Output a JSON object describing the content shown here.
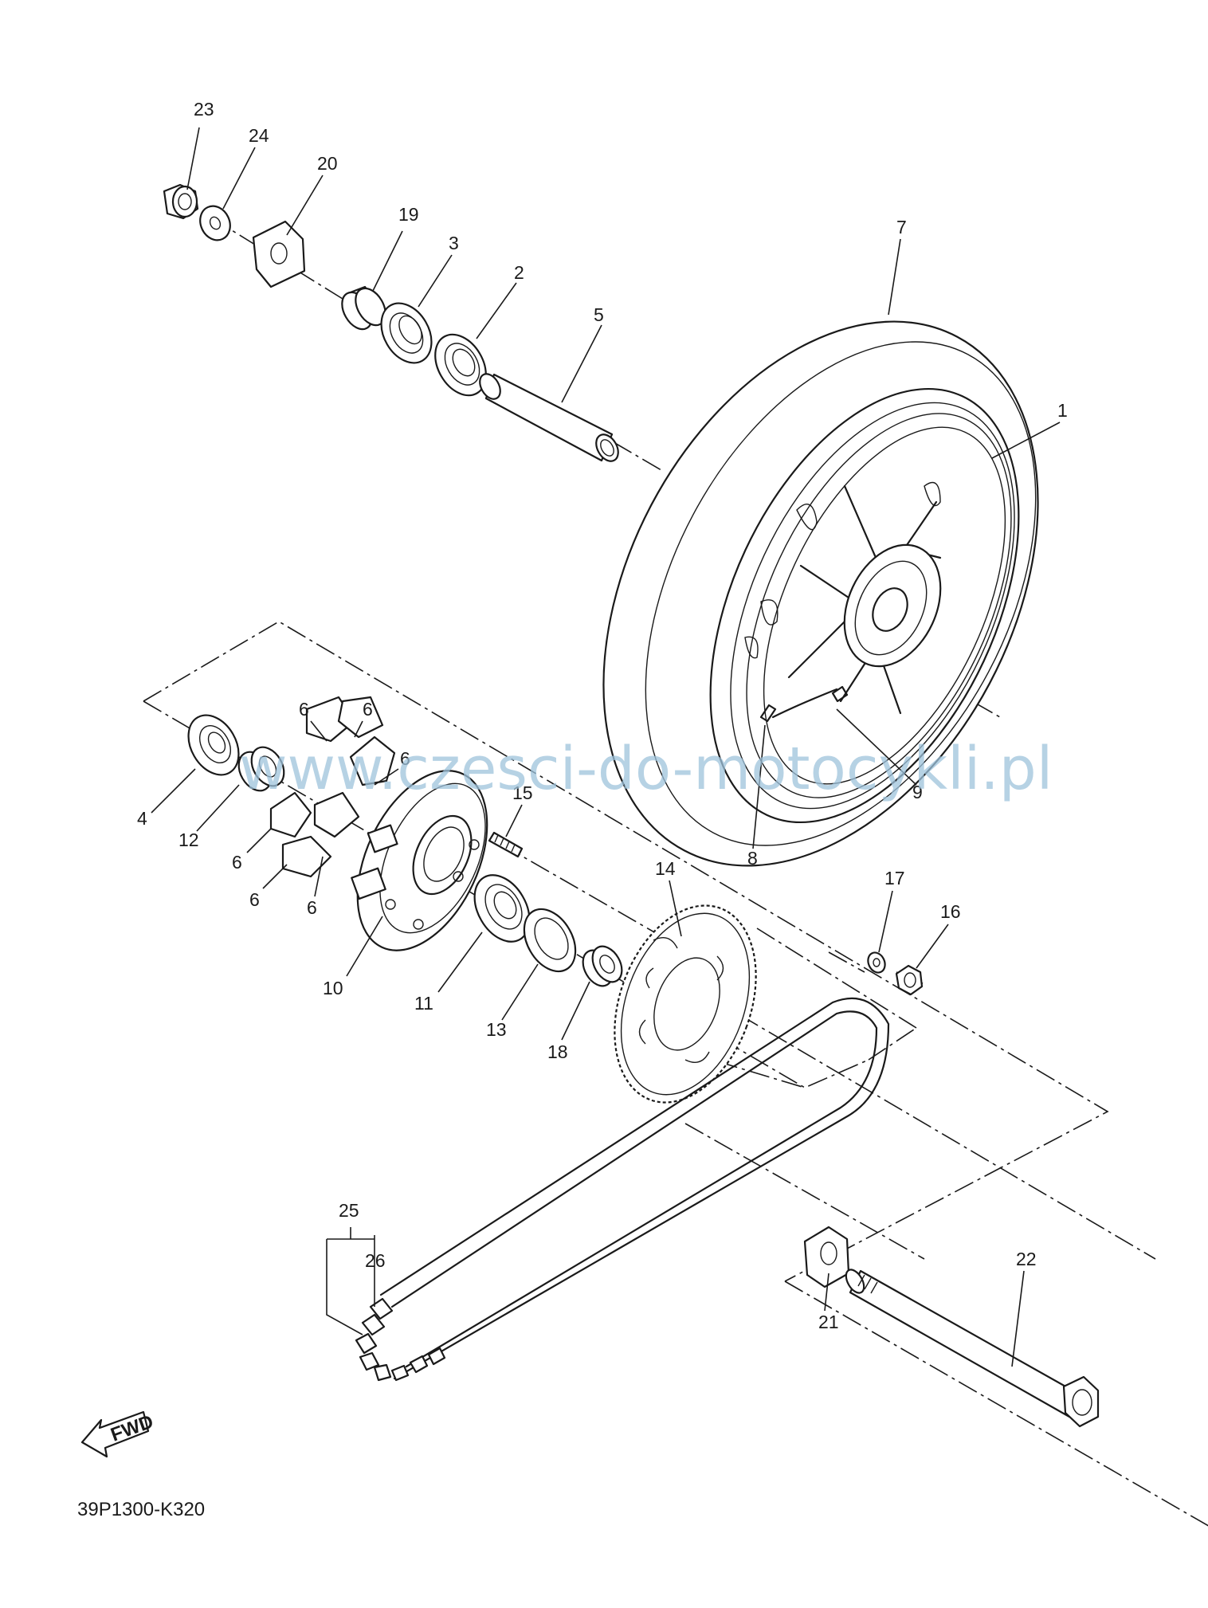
{
  "diagram": {
    "drawing_code": "39P1300-K320",
    "watermark": "www.czesci-do-motocykli.pl",
    "fwd_label": "FWD",
    "callouts": {
      "c1": "1",
      "c2": "2",
      "c3": "3",
      "c4": "4",
      "c5": "5",
      "c6a": "6",
      "c6b": "6",
      "c6c": "6",
      "c6d": "6",
      "c6e": "6",
      "c6f": "6",
      "c7": "7",
      "c8": "8",
      "c9": "9",
      "c10": "10",
      "c11": "11",
      "c12": "12",
      "c13": "13",
      "c14": "14",
      "c15": "15",
      "c16": "16",
      "c17": "17",
      "c18": "18",
      "c19": "19",
      "c20": "20",
      "c21": "21",
      "c22": "22",
      "c23": "23",
      "c24": "24",
      "c25": "25",
      "c26": "26"
    }
  }
}
